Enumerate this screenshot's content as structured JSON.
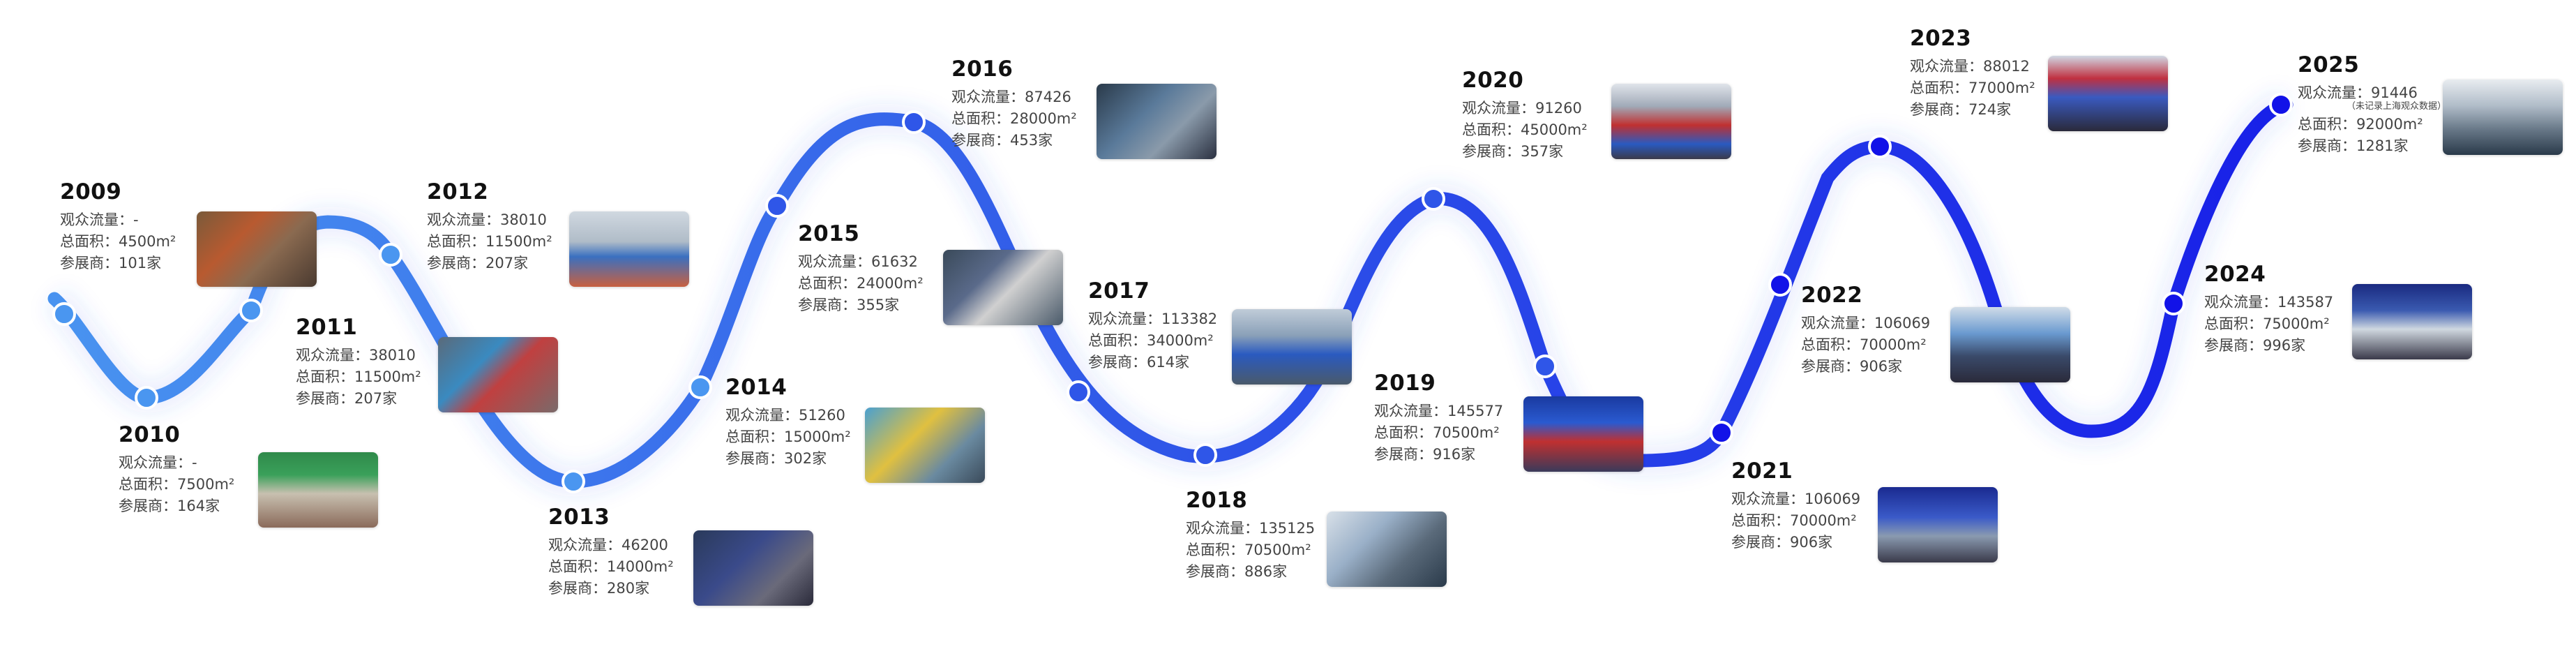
{
  "labels": {
    "visitors": "观众流量：",
    "area": "总面积：",
    "exhibitors": "参展商："
  },
  "colors": {
    "wave_start": "#4a96f0",
    "wave_mid": "#2f56e8",
    "wave_end": "#1212e8",
    "dot_fill": "#ffffff"
  },
  "milestones": [
    {
      "year": "2009",
      "visitors": "-",
      "area": "4500m²",
      "exhibitors": "101家"
    },
    {
      "year": "2010",
      "visitors": "-",
      "area": "7500m²",
      "exhibitors": "164家"
    },
    {
      "year": "2011",
      "visitors": "38010",
      "area": "11500m²",
      "exhibitors": "207家"
    },
    {
      "year": "2012",
      "visitors": "38010",
      "area": "11500m²",
      "exhibitors": "207家"
    },
    {
      "year": "2013",
      "visitors": "46200",
      "area": "14000m²",
      "exhibitors": "280家"
    },
    {
      "year": "2014",
      "visitors": "51260",
      "area": "15000m²",
      "exhibitors": "302家"
    },
    {
      "year": "2015",
      "visitors": "61632",
      "area": "24000m²",
      "exhibitors": "355家"
    },
    {
      "year": "2016",
      "visitors": "87426",
      "area": "28000m²",
      "exhibitors": "453家"
    },
    {
      "year": "2017",
      "visitors": "113382",
      "area": "34000m²",
      "exhibitors": "614家"
    },
    {
      "year": "2018",
      "visitors": "135125",
      "area": "70500m²",
      "exhibitors": "886家"
    },
    {
      "year": "2019",
      "visitors": "145577",
      "area": "70500m²",
      "exhibitors": "916家"
    },
    {
      "year": "2020",
      "visitors": "91260",
      "area": "45000m²",
      "exhibitors": "357家"
    },
    {
      "year": "2021",
      "visitors": "106069",
      "area": "70000m²",
      "exhibitors": "906家"
    },
    {
      "year": "2022",
      "visitors": "106069",
      "area": "70000m²",
      "exhibitors": "906家"
    },
    {
      "year": "2023",
      "visitors": "88012",
      "area": "77000m²",
      "exhibitors": "724家"
    },
    {
      "year": "2024",
      "visitors": "143587",
      "area": "75000m²",
      "exhibitors": "996家"
    },
    {
      "year": "2025",
      "visitors": "91446",
      "area": "92000m²",
      "exhibitors": "1281家",
      "note": "（未记录上海观众数据）"
    }
  ]
}
